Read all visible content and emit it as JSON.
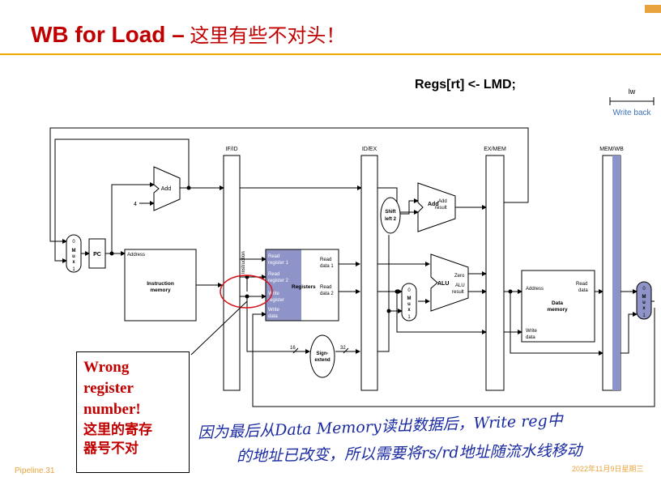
{
  "slide": {
    "title_en": "WB for Load –",
    "title_zh": " 这里有些不对头！",
    "code": "Regs[rt] <- LMD;",
    "stage_label": "lw",
    "stage_name": "Write back",
    "footer_left": "Pipeline.31",
    "footer_right": "2022年11月9日星期三",
    "accent": "#c00000"
  },
  "callout": {
    "line1": "Wrong",
    "line2": "register",
    "line3": "number!",
    "line4": "这里的寄存",
    "line5": "器号不对"
  },
  "handwriting": {
    "line1": "因为最后从Data Memory读出数据后，Write reg中",
    "line2": "的地址已改变，所以需要将rs/rd地址随流水线移动"
  },
  "datapath": {
    "pipeline_regs": [
      "IF/ID",
      "ID/EX",
      "EX/MEM",
      "MEM/WB"
    ],
    "pc": "PC",
    "add1": "Add",
    "four": "4",
    "instr_mem_address": "Address",
    "instr_mem_l1": "Instruction",
    "instr_mem_l2": "memory",
    "instruction": "Instruction",
    "regs": {
      "read_reg1_a": "Read",
      "read_reg1_b": "register 1",
      "read_reg2_a": "Read",
      "read_reg2_b": "register 2",
      "write_reg_a": "Write",
      "write_reg_b": "register",
      "write_data_a": "Write",
      "write_data_b": "data",
      "title": "Registers",
      "read_data1_a": "Read",
      "read_data1_b": "data 1",
      "read_data2_a": "Read",
      "read_data2_b": "data 2"
    },
    "shift_a": "Shift",
    "shift_b": "left 2",
    "add2": "Add",
    "add_result_a": "Add",
    "add_result_b": "result",
    "alu": "ALU",
    "zero": "Zero",
    "alu_result_a": "ALU",
    "alu_result_b": "result",
    "mux_top": "0",
    "mux_m": "M",
    "mux_u": "u",
    "mux_x": "x",
    "mux_bot": "1",
    "dmem_address": "Address",
    "dmem_l1": "Data",
    "dmem_l2": "memory",
    "dmem_read_a": "Read",
    "dmem_read_b": "data",
    "dmem_write_a": "Write",
    "dmem_write_b": "data",
    "sign_a": "Sign-",
    "sign_b": "extend",
    "w16": "16",
    "w32": "32"
  }
}
